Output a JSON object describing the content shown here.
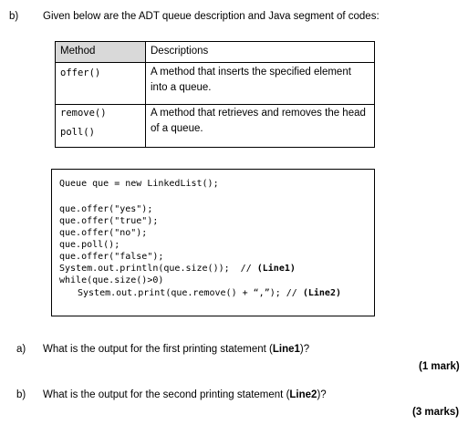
{
  "section_b": {
    "label": "b)",
    "intro": "Given below are the ADT queue description and Java segment of codes:"
  },
  "table": {
    "headers": [
      "Method",
      "Descriptions"
    ],
    "rows": [
      {
        "methods": [
          "offer()"
        ],
        "description": [
          "A method that inserts the specified element",
          "into a queue."
        ]
      },
      {
        "methods": [
          "remove()",
          "poll()"
        ],
        "description": [
          "A method that retrieves and removes the head",
          "of a queue."
        ]
      }
    ]
  },
  "code": {
    "line1": "Queue que = new LinkedList();",
    "lines": [
      "que.offer(\"yes\");",
      "que.offer(\"true\");",
      "que.offer(\"no\");",
      "que.poll();",
      "que.offer(\"false\");"
    ],
    "println_code": "System.out.println(que.size());  // ",
    "println_tag": "(Line1)",
    "while_line": "while(que.size()>0)",
    "print_code": "System.out.print(que.remove() + “,”); // ",
    "print_tag": "(Line2)"
  },
  "questions": [
    {
      "label": "a)",
      "text_pre": "What is the output for the first printing statement (",
      "tag": "Line1",
      "text_post": ")?",
      "marks": "(1 mark)"
    },
    {
      "label": "b)",
      "text_pre": "What is the output for the second printing statement (",
      "tag": "Line2",
      "text_post": ")?",
      "marks": "(3 marks)"
    }
  ]
}
